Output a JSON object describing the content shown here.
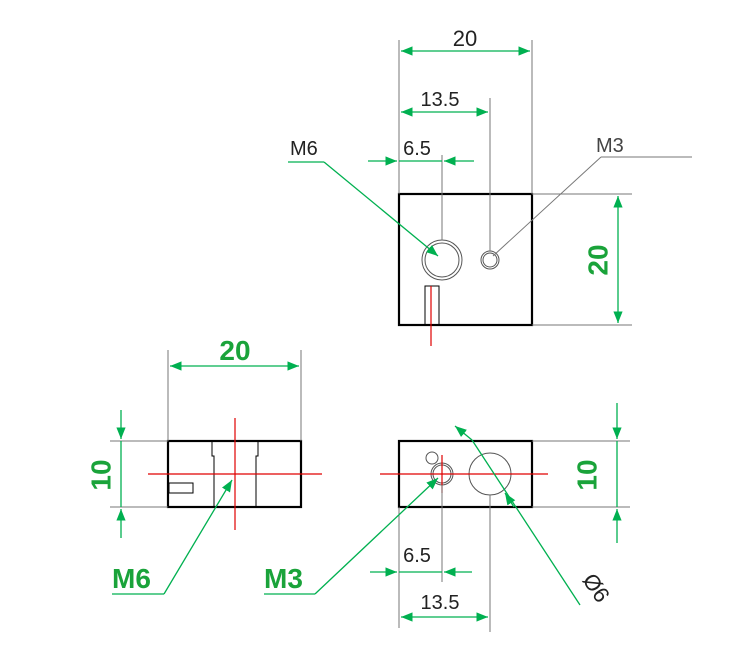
{
  "top_view": {
    "width_dim": "20",
    "mid_dim": "13.5",
    "small_dim": "6.5",
    "height_dim": "20",
    "m6_label": "M6",
    "m3_label": "M3"
  },
  "left_view": {
    "width_dim": "20",
    "height_dim": "10",
    "m6_label": "M6"
  },
  "right_view": {
    "height_dim": "10",
    "small_dim": "6.5",
    "mid_dim": "13.5",
    "m3_label": "M3",
    "diameter_label": "Ø6"
  },
  "colors": {
    "dimension": "#00b050",
    "centerline": "#e00000",
    "outline": "#000000"
  }
}
